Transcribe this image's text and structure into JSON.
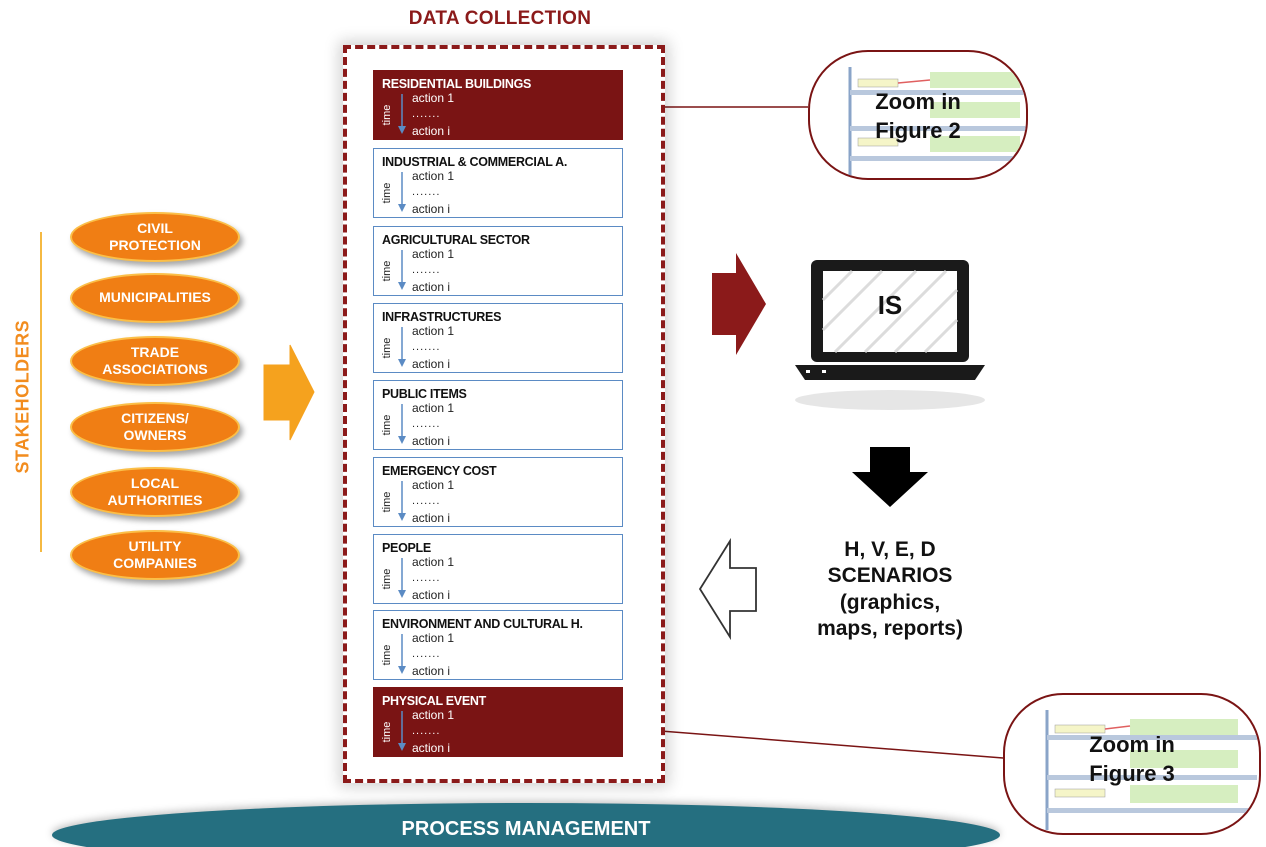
{
  "data_collection": {
    "title": "DATA COLLECTION",
    "sectors": [
      {
        "title": "RESIDENTIAL BUILDINGS",
        "time": "time",
        "first": "action 1",
        "dots": ".......",
        "last": "action i",
        "highlight": true
      },
      {
        "title": "INDUSTRIAL & COMMERCIAL A.",
        "time": "time",
        "first": "action 1",
        "dots": ".......",
        "last": "action i",
        "highlight": false
      },
      {
        "title": "AGRICULTURAL SECTOR",
        "time": "time",
        "first": "action 1",
        "dots": ".......",
        "last": "action i",
        "highlight": false
      },
      {
        "title": "INFRASTRUCTURES",
        "time": "time",
        "first": "action 1",
        "dots": ".......",
        "last": "action i",
        "highlight": false
      },
      {
        "title": "PUBLIC ITEMS",
        "time": "time",
        "first": "action 1",
        "dots": ".......",
        "last": "action i",
        "highlight": false
      },
      {
        "title": "EMERGENCY COST",
        "time": "time",
        "first": "action 1",
        "dots": ".......",
        "last": "action i",
        "highlight": false
      },
      {
        "title": "PEOPLE",
        "time": "time",
        "first": "action 1",
        "dots": ".......",
        "last": "action i",
        "highlight": false
      },
      {
        "title": "ENVIRONMENT AND CULTURAL H.",
        "time": "time",
        "first": "action 1",
        "dots": ".......",
        "last": "action i",
        "highlight": false
      },
      {
        "title": "PHYSICAL EVENT",
        "time": "time",
        "first": "action 1",
        "dots": ".......",
        "last": "action i",
        "highlight": true
      }
    ]
  },
  "stakeholders": {
    "label": "STAKEHOLDERS",
    "items": [
      {
        "line1": "CIVIL",
        "line2": "PROTECTION"
      },
      {
        "line1": "MUNICIPALITIES",
        "line2": ""
      },
      {
        "line1": "TRADE",
        "line2": "ASSOCIATIONS"
      },
      {
        "line1": "CITIZENS/",
        "line2": "OWNERS"
      },
      {
        "line1": "LOCAL",
        "line2": "AUTHORITIES"
      },
      {
        "line1": "UTILITY",
        "line2": "COMPANIES"
      }
    ]
  },
  "is_label": "IS",
  "scenarios": {
    "line1": "H, V, E, D",
    "line2": "SCENARIOS",
    "line3": "(graphics,",
    "line4": "maps, reports)"
  },
  "zoom_fig2": {
    "line1": "Zoom in",
    "line2": "Figure 2"
  },
  "zoom_fig3": {
    "line1": "Zoom in",
    "line2": "Figure 3"
  },
  "process_management": "PROCESS MANAGEMENT",
  "colors": {
    "dark_red": "#7a1414",
    "orange": "#f07e14",
    "teal": "#256f80",
    "box_border": "#5b8bc4"
  }
}
